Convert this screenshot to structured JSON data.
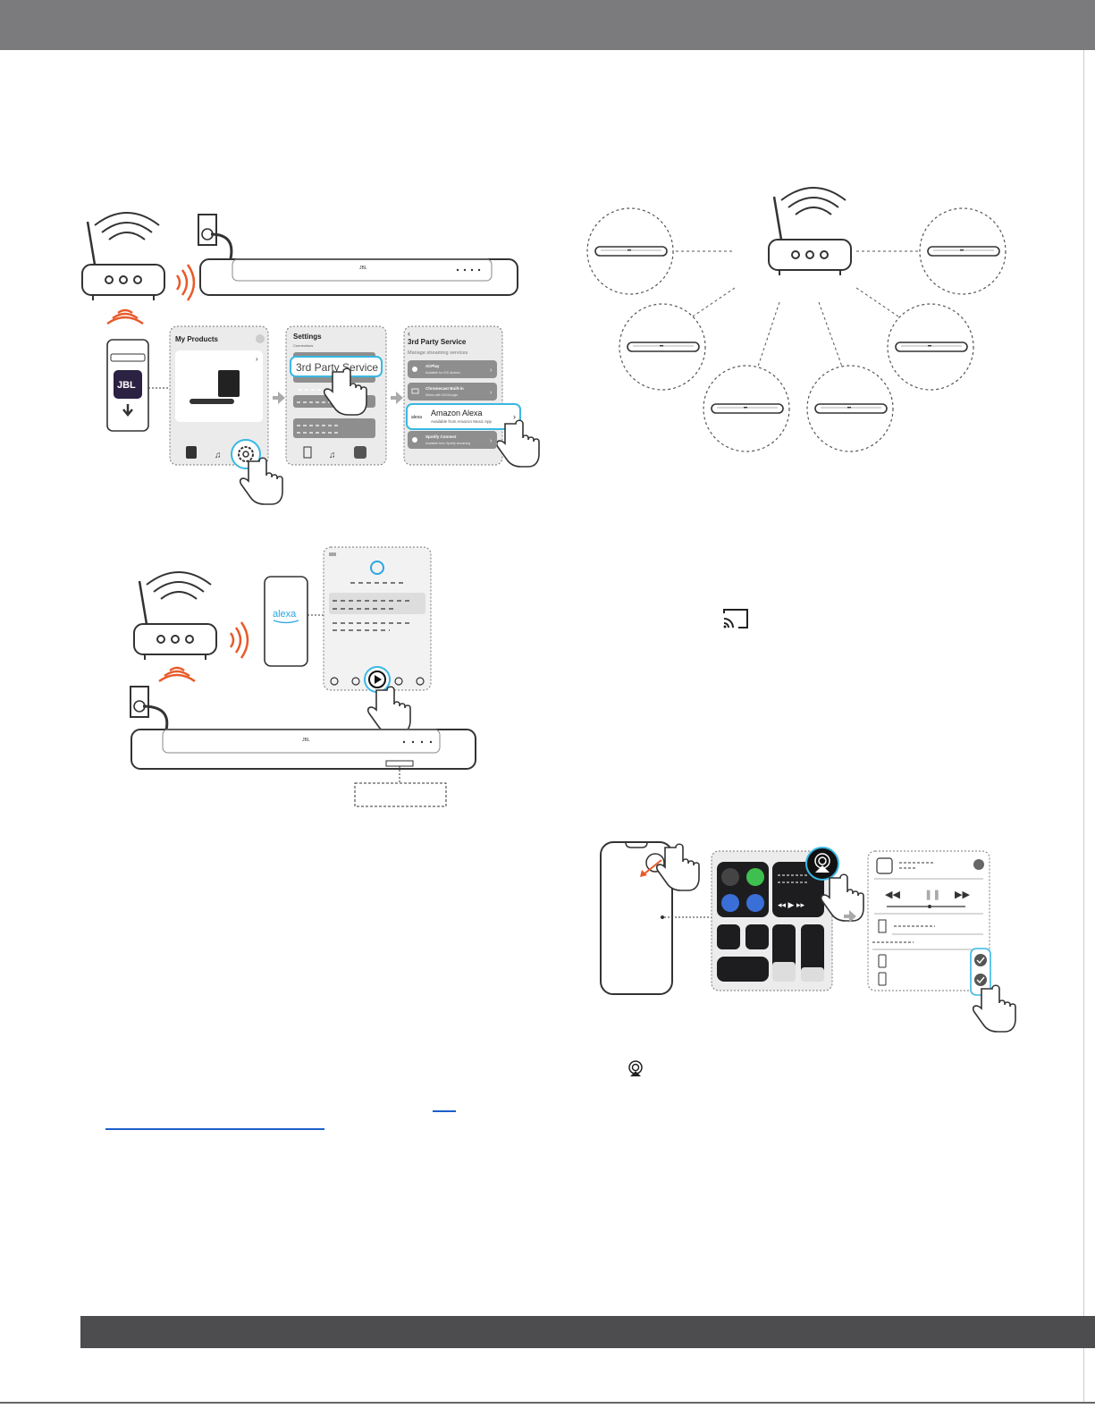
{
  "fig1": {
    "my_products": "My Products",
    "settings": "Settings",
    "connections": "Connections",
    "third_party_highlight": "3rd Party Service",
    "third_party_title": "3rd Party Service",
    "third_party_sub": "Manage streaming services",
    "airplay": "AirPlay",
    "airplay_sub": "Available for iOS devices",
    "chromecast": "Chromecast Built-in",
    "chromecast_sub": "Works with iOS/Google",
    "alexa": "Amazon Alexa",
    "alexa_sub": "Available from Amazon Music App",
    "spotify": "Spotify Connect",
    "spotify_sub": "Available from Spotify streaming",
    "app_logo": "JBL",
    "bar_logo": "JBL"
  },
  "fig2": {
    "alexa_app": "alexa",
    "bar_logo": "JBL"
  },
  "colors": {
    "accent_cyan": "#39b8e3",
    "wifi_red": "#e85a2a",
    "alexa_blue": "#2aa6e0",
    "green": "#3fbf4f",
    "blue": "#3a6fd8"
  },
  "icons": [
    "wifi-router-icon",
    "power-plug-icon",
    "settings-gear-icon",
    "tap-hand-icon",
    "chromecast-icon",
    "airplay-icon",
    "play-icon",
    "checkmark-icon"
  ]
}
